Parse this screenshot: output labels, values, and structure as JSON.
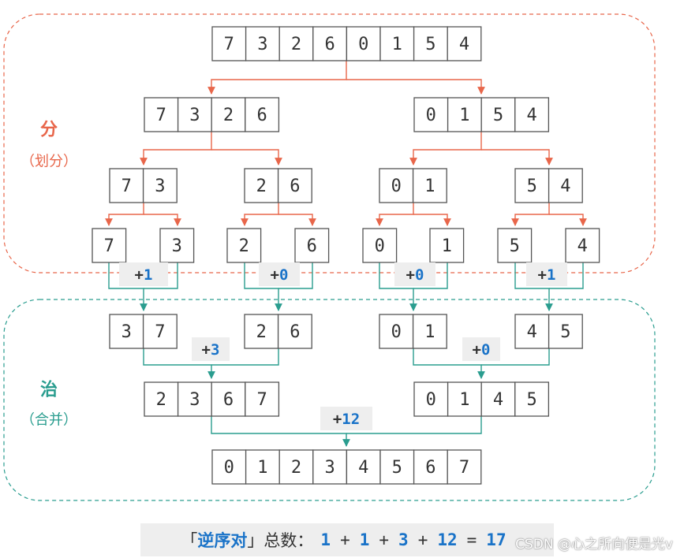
{
  "colors": {
    "divide_accent": "#e8664a",
    "merge_accent": "#2a9d8f",
    "count_blue": "#1a73c8",
    "cell_border": "#555555",
    "badge_bg": "#eeeeee"
  },
  "labels": {
    "divide_title": "分",
    "divide_subtitle": "（划分）",
    "merge_title": "治",
    "merge_subtitle": "（合并）"
  },
  "arrays": {
    "root": [
      "7",
      "3",
      "2",
      "6",
      "0",
      "1",
      "5",
      "4"
    ],
    "div_l": [
      "7",
      "3",
      "2",
      "6"
    ],
    "div_r": [
      "0",
      "1",
      "5",
      "4"
    ],
    "div_ll": [
      "7",
      "3"
    ],
    "div_lr": [
      "2",
      "6"
    ],
    "div_rl": [
      "0",
      "1"
    ],
    "div_rr": [
      "5",
      "4"
    ],
    "leaf_1": [
      "7"
    ],
    "leaf_2": [
      "3"
    ],
    "leaf_3": [
      "2"
    ],
    "leaf_4": [
      "6"
    ],
    "leaf_5": [
      "0"
    ],
    "leaf_6": [
      "1"
    ],
    "leaf_7": [
      "5"
    ],
    "leaf_8": [
      "4"
    ],
    "merge_ll": [
      "3",
      "7"
    ],
    "merge_lr": [
      "2",
      "6"
    ],
    "merge_rl": [
      "0",
      "1"
    ],
    "merge_rr": [
      "4",
      "5"
    ],
    "merge_l": [
      "2",
      "3",
      "6",
      "7"
    ],
    "merge_r": [
      "0",
      "1",
      "4",
      "5"
    ],
    "result": [
      "0",
      "1",
      "2",
      "3",
      "4",
      "5",
      "6",
      "7"
    ]
  },
  "badges": {
    "b1": {
      "plus": "+",
      "value": "1"
    },
    "b2": {
      "plus": "+",
      "value": "0"
    },
    "b3": {
      "plus": "+",
      "value": "0"
    },
    "b4": {
      "plus": "+",
      "value": "1"
    },
    "b5": {
      "plus": "+",
      "value": "3"
    },
    "b6": {
      "plus": "+",
      "value": "0"
    },
    "b7": {
      "plus": "+",
      "value": "12"
    }
  },
  "summary": {
    "open_bracket": "「",
    "keyword": "逆序对",
    "close_bracket": "」",
    "label": "总数：",
    "terms": [
      "1",
      "1",
      "3",
      "12"
    ],
    "plus": "+",
    "equals": "=",
    "total": "17"
  },
  "watermark": "CSDN @心之所向便是光v"
}
